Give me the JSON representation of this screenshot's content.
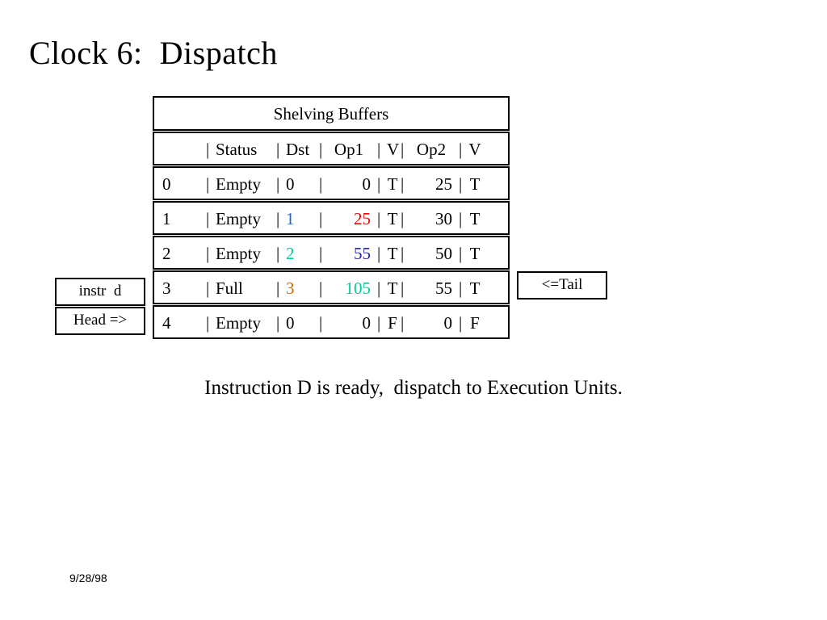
{
  "slide": {
    "title": "Clock 6:  Dispatch",
    "caption": "Instruction D is ready,  dispatch to Execution Units.",
    "date": "9/28/98"
  },
  "table": {
    "caption": "Shelving Buffers",
    "separator": "|",
    "headers": {
      "index": "",
      "status": "Status",
      "dst": "Dst",
      "op1": "Op1",
      "v1": "V",
      "op2": "Op2",
      "v2": "V"
    },
    "rows": [
      {
        "index": "0",
        "status": "Empty",
        "dst": "0",
        "dst_color": "#000000",
        "op1": "0",
        "op1_color": "#000000",
        "v1": "T",
        "op2": "25",
        "v2": "T"
      },
      {
        "index": "1",
        "status": "Empty",
        "dst": "1",
        "dst_color": "#1569d6",
        "op1": "25",
        "op1_color": "#ee0000",
        "v1": "T",
        "op2": "30",
        "v2": "T"
      },
      {
        "index": "2",
        "status": "Empty",
        "dst": "2",
        "dst_color": "#00cc99",
        "op1": "55",
        "op1_color": "#2222aa",
        "v1": "T",
        "op2": "50",
        "v2": "T"
      },
      {
        "index": "3",
        "status": "Full",
        "dst": "3",
        "dst_color": "#cc6600",
        "op1": "105",
        "op1_color": "#00cc99",
        "v1": "T",
        "op2": "55",
        "v2": "T"
      },
      {
        "index": "4",
        "status": "Empty",
        "dst": "0",
        "dst_color": "#000000",
        "op1": "0",
        "op1_color": "#000000",
        "v1": "F",
        "op2": "0",
        "v2": "F"
      }
    ]
  },
  "markers": {
    "instr": "instr  d",
    "head": "Head =>",
    "tail": "<=Tail"
  },
  "colors": {
    "border": "#000000",
    "background": "#ffffff",
    "text": "#000000",
    "blue": "#1569d6",
    "red": "#ee0000",
    "teal": "#00cc99",
    "navy": "#2222aa",
    "orange": "#cc6600"
  }
}
